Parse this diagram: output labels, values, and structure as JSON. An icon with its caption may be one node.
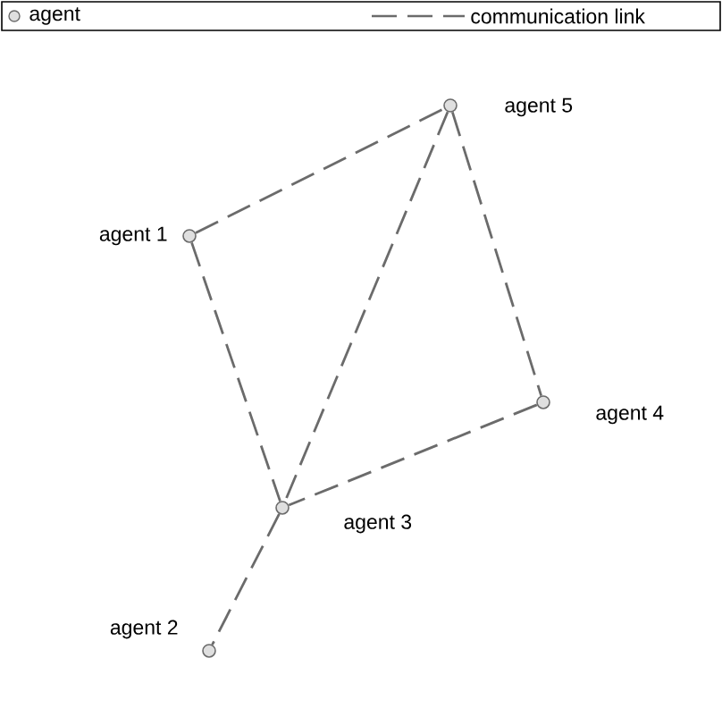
{
  "diagram": {
    "nodes": [
      {
        "text": [],
        "shape": "circle",
        "beside": [
          "agent 5"
        ]
      },
      {
        "text": [],
        "shape": "circle",
        "beside": [
          "agent 1"
        ]
      },
      {
        "text": [],
        "shape": "circle",
        "beside": [
          "agent 4"
        ]
      },
      {
        "text": [],
        "shape": "circle",
        "beside": [
          "agent 3"
        ]
      },
      {
        "text": [],
        "shape": "circle",
        "beside": [
          "agent 2"
        ]
      }
    ],
    "edges": [
      {
        "from": 1,
        "to": 0,
        "arrow": "none",
        "style": "dashed"
      },
      {
        "from": 1,
        "to": 3,
        "arrow": "none",
        "style": "dashed"
      },
      {
        "from": 0,
        "to": 3,
        "arrow": "none",
        "style": "dashed"
      },
      {
        "from": 0,
        "to": 2,
        "arrow": "none",
        "style": "dashed"
      },
      {
        "from": 2,
        "to": 3,
        "arrow": "none",
        "style": "dashed"
      },
      {
        "from": 3,
        "to": 4,
        "arrow": "none",
        "style": "dashed"
      }
    ],
    "legend": [
      {
        "text": "agent"
      },
      {
        "text": "communication link"
      }
    ]
  }
}
